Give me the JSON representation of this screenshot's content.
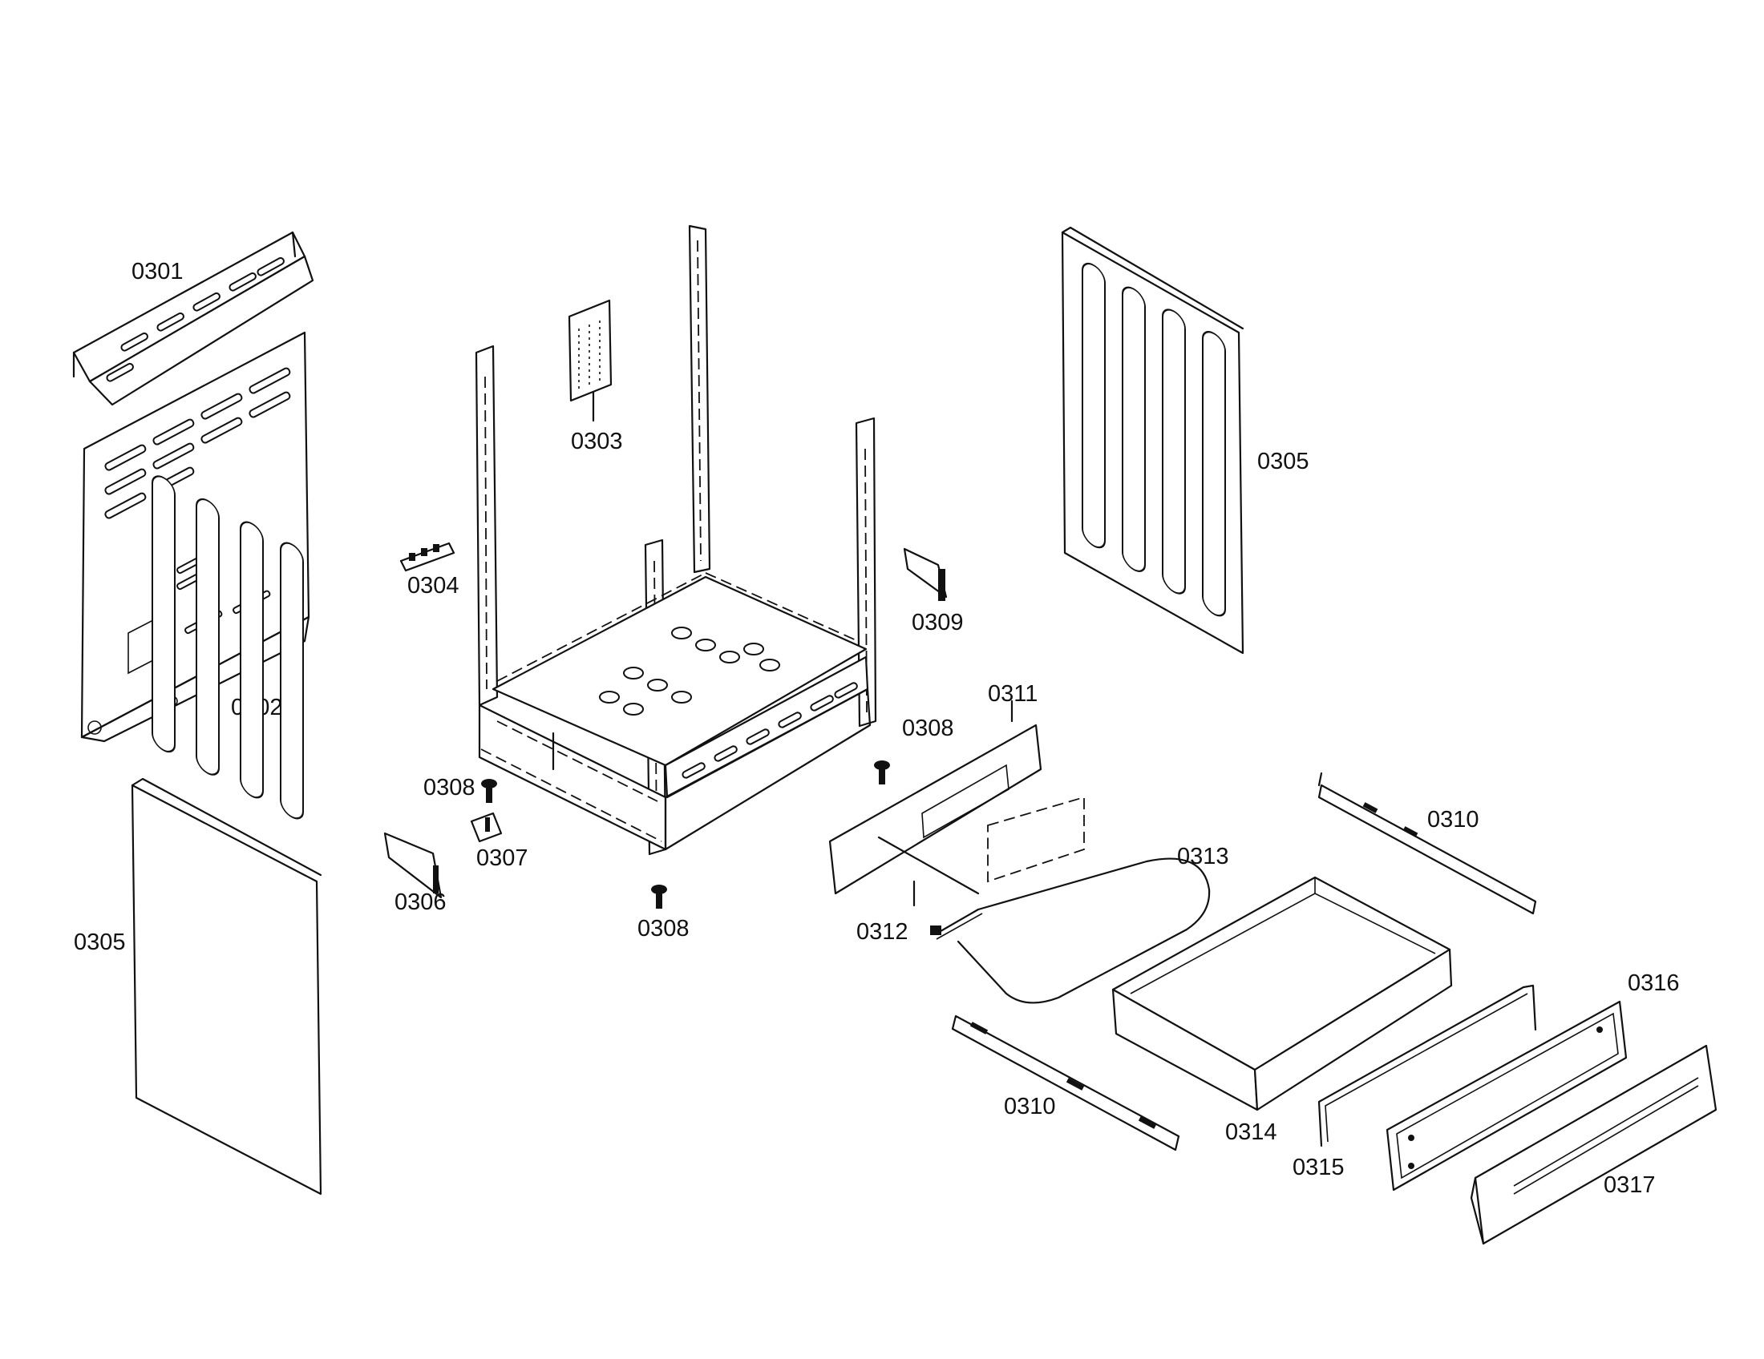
{
  "labels": {
    "p0301": "0301",
    "p0302": "0302",
    "p0303": "0303",
    "p0304": "0304",
    "p0305_right": "0305",
    "p0305_left": "0305",
    "p0306": "0306",
    "p0307": "0307",
    "p0308_a": "0308",
    "p0308_b": "0308",
    "p0308_c": "0308",
    "p0309": "0309",
    "p0310_top": "0310",
    "p0310_bottom": "0310",
    "p0311": "0311",
    "p0312": "0312",
    "p0313": "0313",
    "p0314": "0314",
    "p0315": "0315",
    "p0316": "0316",
    "p0317": "0317"
  }
}
